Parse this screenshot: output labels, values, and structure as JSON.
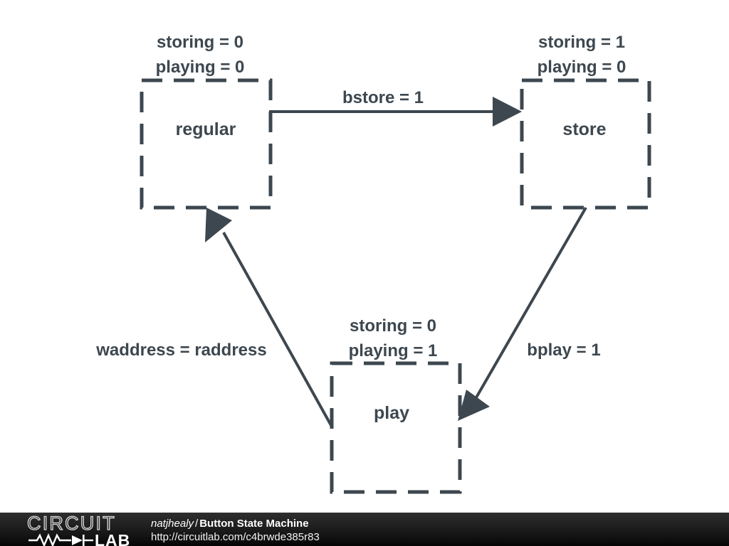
{
  "diagram": {
    "title": "Button State Machine",
    "stroke_color": "#3d474f",
    "background_color": "#ffffff",
    "states": [
      {
        "id": "regular",
        "label": "regular",
        "outputs": [
          "storing = 0",
          "playing = 0"
        ]
      },
      {
        "id": "store",
        "label": "store",
        "outputs": [
          "storing = 1",
          "playing = 0"
        ]
      },
      {
        "id": "play",
        "label": "play",
        "outputs": [
          "storing = 0",
          "playing = 1"
        ]
      }
    ],
    "transitions": [
      {
        "id": "regular-to-store",
        "from": "regular",
        "to": "store",
        "label": "bstore = 1"
      },
      {
        "id": "store-to-play",
        "from": "store",
        "to": "play",
        "label": "bplay = 1"
      },
      {
        "id": "play-to-regular",
        "from": "play",
        "to": "regular",
        "label": "waddress = raddress"
      }
    ]
  },
  "footer": {
    "logo_word_top": "CIRCUIT",
    "logo_word_bottom": "LAB",
    "author": "natjhealy",
    "separator": "/",
    "project": "Button State Machine",
    "url": "http://circuitlab.com/c4brwde385r83",
    "bar_color": "#141414"
  }
}
